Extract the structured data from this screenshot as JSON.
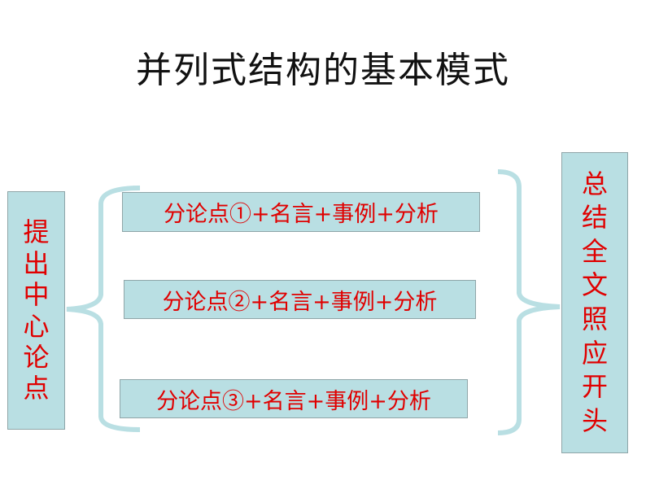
{
  "title": "并列式结构的基本模式",
  "left_box": {
    "chars": [
      "提",
      "出",
      "中",
      "心",
      "论",
      "点"
    ]
  },
  "points": [
    "分论点①+名言+事例+分析",
    "分论点②+名言+事例+分析",
    "分论点③+名言+事例+分析"
  ],
  "right_box": {
    "chars": [
      "总",
      "结",
      "全",
      "文",
      "照",
      "应",
      "开",
      "头"
    ]
  },
  "colors": {
    "box_fill": "#b9dfe3",
    "text": "#e00000",
    "bracket": "#b9dfe3"
  }
}
